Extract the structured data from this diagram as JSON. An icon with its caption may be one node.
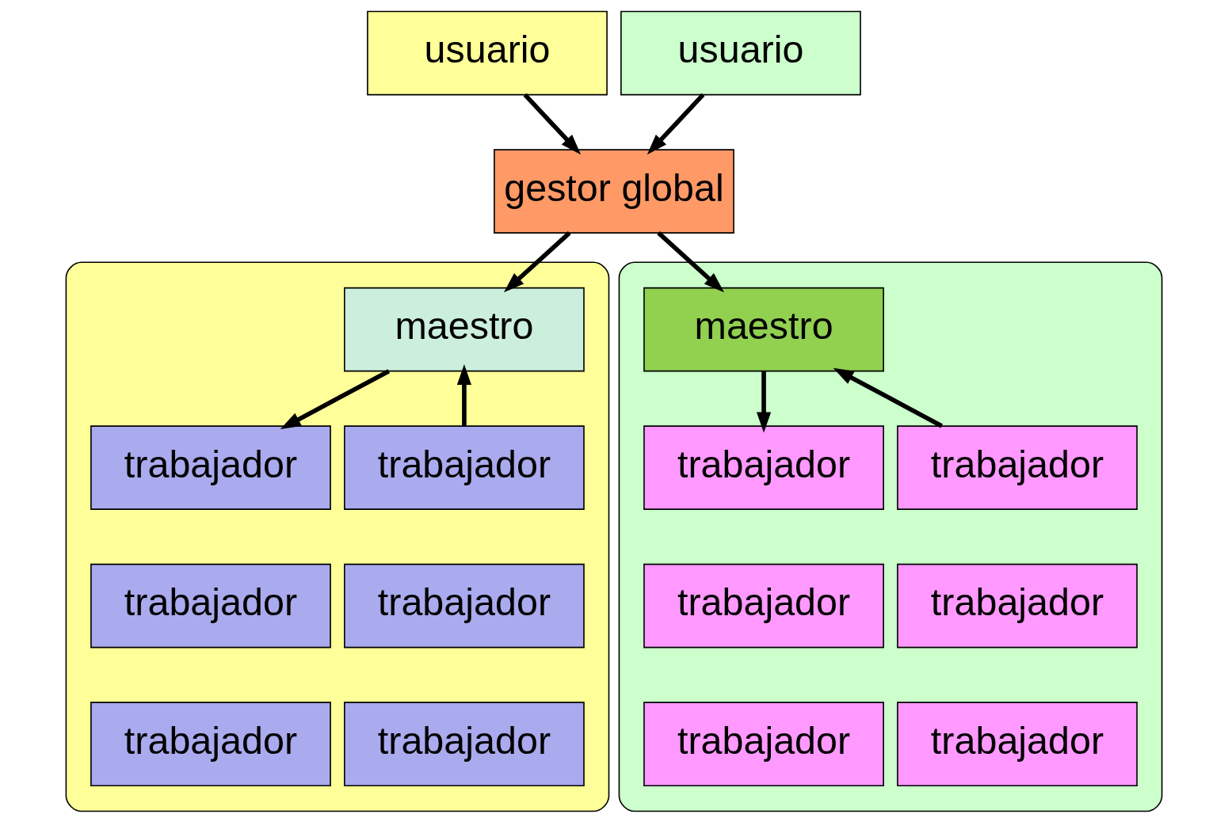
{
  "diagram": {
    "nodes": [
      {
        "text": [
          "usuario"
        ]
      },
      {
        "text": [
          "usuario"
        ]
      },
      {
        "text": [
          "gestor global"
        ]
      },
      {
        "text": [],
        "shape": "box"
      },
      {
        "text": [
          "maestro"
        ],
        "in": 3
      },
      {
        "text": [
          "trabajador"
        ],
        "in": 3
      },
      {
        "text": [
          "trabajador"
        ],
        "in": 3
      },
      {
        "text": [
          "trabajador"
        ],
        "in": 3
      },
      {
        "text": [
          "trabajador"
        ],
        "in": 3
      },
      {
        "text": [
          "trabajador"
        ],
        "in": 3
      },
      {
        "text": [
          "trabajador"
        ],
        "in": 3
      },
      {
        "text": [],
        "shape": "box"
      },
      {
        "text": [
          "maestro"
        ],
        "in": 11
      },
      {
        "text": [
          "trabajador"
        ],
        "in": 11
      },
      {
        "text": [
          "trabajador"
        ],
        "in": 11
      },
      {
        "text": [
          "trabajador"
        ],
        "in": 11
      },
      {
        "text": [
          "trabajador"
        ],
        "in": 11
      },
      {
        "text": [
          "trabajador"
        ],
        "in": 11
      },
      {
        "text": [
          "trabajador"
        ],
        "in": 11
      }
    ],
    "edges": [
      {
        "from": 0,
        "to": 2,
        "arrow": "to"
      },
      {
        "from": 1,
        "to": 2,
        "arrow": "to"
      },
      {
        "from": 2,
        "to": 4,
        "arrow": "to"
      },
      {
        "from": 2,
        "to": 12,
        "arrow": "to"
      },
      {
        "from": 4,
        "to": 5,
        "arrow": "to"
      },
      {
        "from": 6,
        "to": 4,
        "arrow": "to"
      },
      {
        "from": 12,
        "to": 13,
        "arrow": "to"
      },
      {
        "from": 14,
        "to": 12,
        "arrow": "to"
      }
    ]
  }
}
